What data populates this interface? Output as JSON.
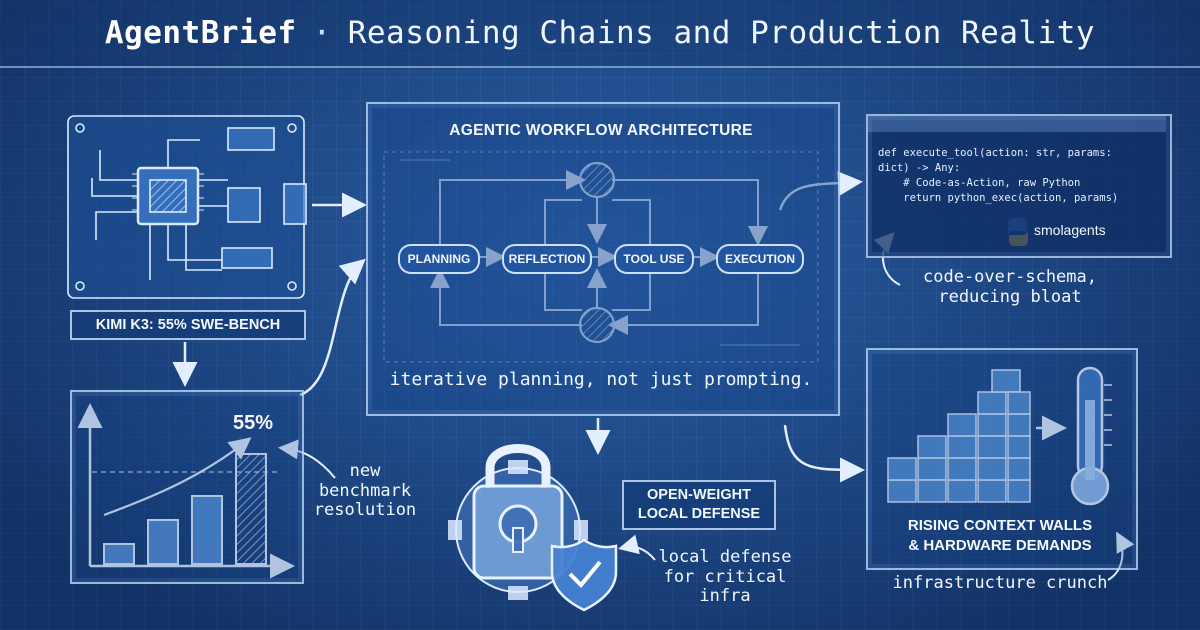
{
  "header": {
    "brand": "AgentBrief",
    "separator": "·",
    "title": "Reasoning Chains and Production Reality"
  },
  "chip_panel": {
    "label": "KIMI K3: 55% SWE-BENCH",
    "icon": "circuit-board-icon"
  },
  "benchmark_chart": {
    "value_label": "55%",
    "annotation": "new benchmark resolution",
    "icon": "bar-chart-icon"
  },
  "chart_data": {
    "type": "bar",
    "categories": [
      "",
      "",
      "",
      ""
    ],
    "values": [
      10,
      22,
      34,
      55
    ],
    "title": "",
    "xlabel": "",
    "ylabel": "",
    "ylim": [
      0,
      75
    ],
    "data_labels": [
      "",
      "",
      "",
      "55%"
    ]
  },
  "workflow": {
    "title": "AGENTIC WORKFLOW ARCHITECTURE",
    "nodes": [
      "PLANNING",
      "REFLECTION",
      "TOOL USE",
      "EXECUTION"
    ],
    "caption": "iterative planning, not just prompting."
  },
  "code_panel": {
    "lines": [
      "def execute_tool(action: str, params:",
      "dict) -> Any:",
      "    # Code-as-Action, raw Python",
      "    return python_exec(action, params)"
    ],
    "library": "smolagents",
    "library_icon": "python-logo-icon",
    "annotation": "code-over-schema, reducing bloat"
  },
  "defense": {
    "label_line1": "OPEN-WEIGHT",
    "label_line2": "LOCAL DEFENSE",
    "annotation": "local defense for critical infra",
    "icons": [
      "padlock-icon",
      "gear-icon",
      "shield-check-icon"
    ]
  },
  "hardware": {
    "label_line1": "RISING CONTEXT WALLS",
    "label_line2": "& HARDWARE DEMANDS",
    "annotation": "infrastructure crunch",
    "icons": [
      "stacked-blocks-icon",
      "thermometer-icon"
    ]
  },
  "colors": {
    "background": "#1d4c8e",
    "line": "#dbe9ff",
    "accent": "#f5c842"
  }
}
